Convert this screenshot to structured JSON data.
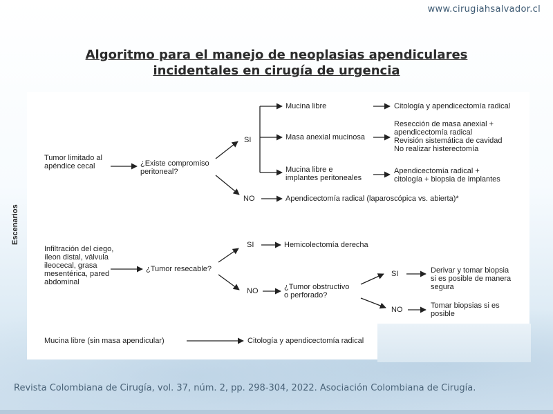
{
  "watermark": "www.cirugiahsalvador.cl",
  "title": {
    "line1": "Algoritmo para el manejo de neoplasias apendiculares",
    "line2": "incidentales en cirugía de urgencia"
  },
  "diagram": {
    "axis_label": "Escenarios",
    "nodes": {
      "s1_start": [
        "Tumor limitado al",
        "apéndice cecal"
      ],
      "s1_question": [
        "¿Existe compromiso",
        "peritoneal?"
      ],
      "s1_si": "SI",
      "s1_no": "NO",
      "mucina_libre": "Mucina libre",
      "masa_anexial": "Masa anexial mucinosa",
      "mucina_implantes": [
        "Mucina libre e",
        "implantes peritoneales"
      ],
      "res_citologia": "Citología y apendicectomía radical",
      "res_reseccion": [
        "Resección de masa anexial +",
        "apendicectomía radical",
        "Revisión sistemática de cavidad",
        "No realizar histerectomía"
      ],
      "res_apendicectomia_biopsia": [
        "Apendicectomía radical +",
        "citología + biopsia de implantes"
      ],
      "res_laparoscopica": "Apendicectomía radical (laparoscópica vs. abierta)*",
      "s2_start": [
        "Infiltración del ciego,",
        "íleon distal, válvula",
        "ileocecal, grasa",
        "mesentérica, pared",
        "abdominal"
      ],
      "s2_question": "¿Tumor resecable?",
      "s2_si": "SI",
      "s2_no": "NO",
      "hemicolectomia": "Hemicolectomía derecha",
      "obstructivo": [
        "¿Tumor obstructivo",
        "o perforado?"
      ],
      "s3_si": "SI",
      "s3_no": "NO",
      "derivar": [
        "Derivar y tomar biopsia",
        "si es posible de manera",
        "segura"
      ],
      "tomar_biopsias": [
        "Tomar biopsias si es",
        "posible"
      ],
      "s4_start": "Mucina libre (sin masa apendicular)",
      "s4_result": "Citología y apendicectomía radical"
    }
  },
  "citation": "Revista Colombiana de Cirugía, vol. 37, núm. 2, pp. 298-304, 2022. Asociación Colombiana de Cirugía."
}
